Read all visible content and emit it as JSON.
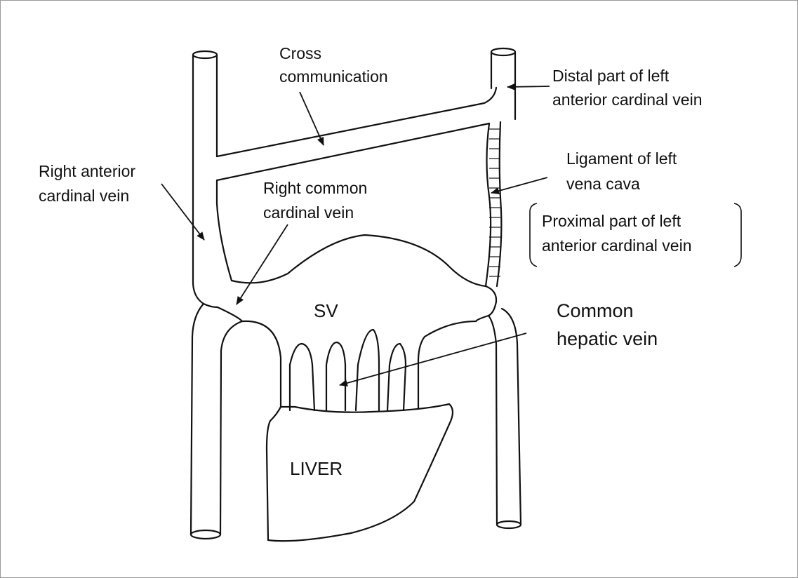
{
  "labels": {
    "cross_communication": [
      "Cross",
      "communication"
    ],
    "distal_left_acv": [
      "Distal part of left",
      "anterior cardinal vein"
    ],
    "right_acv": [
      "Right anterior",
      "cardinal vein"
    ],
    "right_ccv": [
      "Right common",
      "cardinal vein"
    ],
    "ligament_left_vc": [
      "Ligament of left",
      "vena cava"
    ],
    "proximal_left_acv": [
      "Proximal part of left",
      "anterior cardinal vein"
    ],
    "common_hepatic_vein": [
      "Common",
      "hepatic vein"
    ],
    "sinus_venosus": "SV",
    "liver": "LIVER"
  }
}
